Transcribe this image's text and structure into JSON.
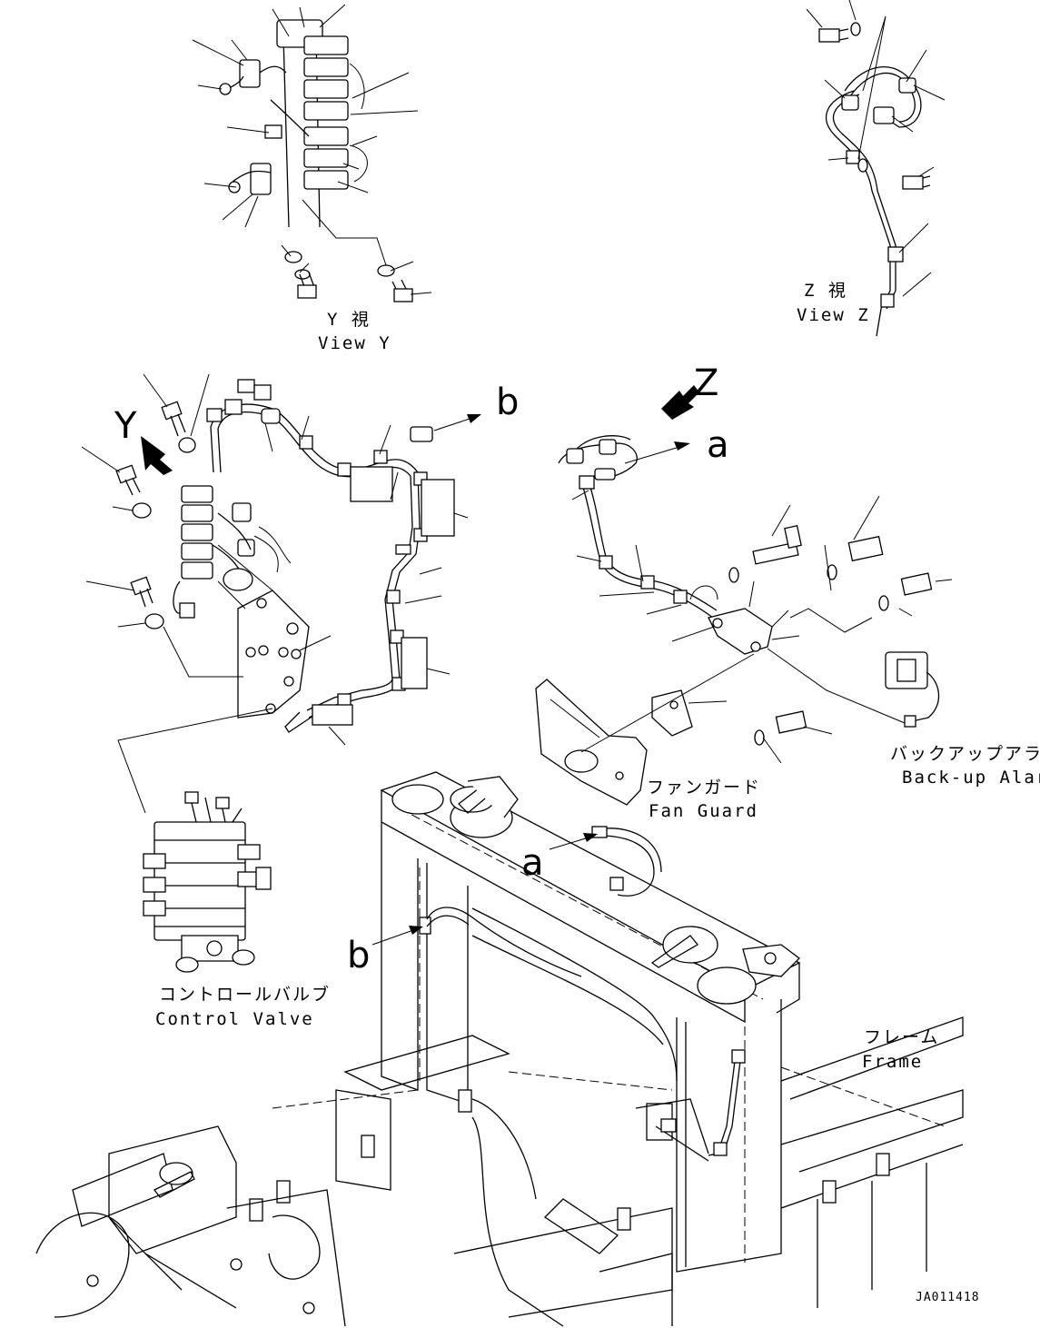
{
  "views": {
    "view_y": {
      "jp": "Y 視",
      "en": "View Y"
    },
    "view_z": {
      "jp": "Z 視",
      "en": "View Z"
    }
  },
  "markers": {
    "y": "Y",
    "z": "Z",
    "a": "a",
    "b": "b"
  },
  "components": {
    "fan_guard": {
      "jp": "ファンガード",
      "en": "Fan Guard"
    },
    "backup_alarm": {
      "jp": "バックアップアラーム",
      "en": "Back-up Alarm"
    },
    "control_valve": {
      "jp": "コントロールバルブ",
      "en": "Control Valve"
    },
    "frame": {
      "jp": "フレーム",
      "en": "Frame"
    }
  },
  "drawing_number": "JA011418",
  "icons": {
    "view_arrow": "arrow-icon"
  }
}
